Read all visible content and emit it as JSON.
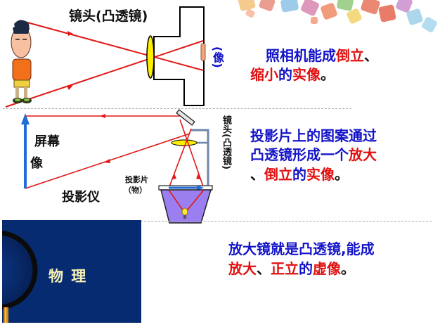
{
  "colors": {
    "emphasis_blue": "#1414c8",
    "emphasis_red": "#e01010",
    "ray_red": "#e01818",
    "lens_yellow": "#ffee00",
    "projector_purple": "#9b7ff0",
    "screen_arrow_blue": "#1f6ed8",
    "panel_navy": "#072b70",
    "panel_title_cream": "#f6f0b4"
  },
  "camera_section": {
    "lens_label": "镜头(凸透镜)",
    "image_label": "(像)",
    "caption": {
      "line1": [
        {
          "text": "照相机能成",
          "color": "blue"
        },
        {
          "text": "倒立",
          "color": "red"
        },
        {
          "text": "、",
          "color": "black"
        }
      ],
      "line2": [
        {
          "text": "缩小",
          "color": "red"
        },
        {
          "text": "的",
          "color": "blue"
        },
        {
          "text": "实像",
          "color": "red"
        },
        {
          "text": "。",
          "color": "black"
        }
      ]
    }
  },
  "projector_section": {
    "screen_label": "屏幕",
    "image_label": "像",
    "device_label": "投影仪",
    "slide_label_line1": "投影片",
    "slide_label_line2": "（物）",
    "lens_label": "镜头(凸透镜)",
    "caption": {
      "line1": [
        {
          "text": "投影片上的图案通过",
          "color": "blue"
        }
      ],
      "line2": [
        {
          "text": "凸透镜形成一个",
          "color": "blue"
        },
        {
          "text": "放大",
          "color": "red"
        }
      ],
      "line3": [
        {
          "text": "、",
          "color": "black"
        },
        {
          "text": "倒立",
          "color": "red"
        },
        {
          "text": "的",
          "color": "blue"
        },
        {
          "text": "实像",
          "color": "red"
        },
        {
          "text": "。",
          "color": "black"
        }
      ]
    }
  },
  "magnifier_section": {
    "panel_title": "物  理",
    "caption": {
      "line1": [
        {
          "text": "放大镜就是凸透镜,能成",
          "color": "blue"
        }
      ],
      "line2": [
        {
          "text": "放大",
          "color": "red"
        },
        {
          "text": "、",
          "color": "black"
        },
        {
          "text": "正立",
          "color": "red"
        },
        {
          "text": "的",
          "color": "blue"
        },
        {
          "text": "虚像",
          "color": "red"
        },
        {
          "text": "。",
          "color": "black"
        }
      ]
    }
  }
}
